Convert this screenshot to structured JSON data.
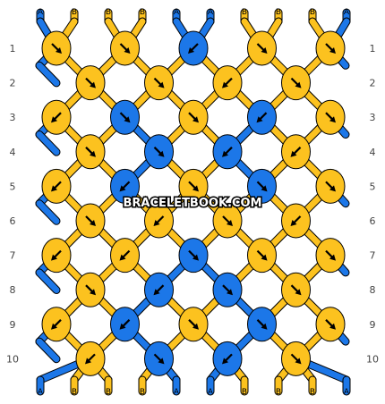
{
  "watermark": "BRACELETBOOK.COM",
  "colors": {
    "A": "#1c77e8",
    "B": "#fcc21f",
    "outline": "#000000"
  },
  "top_labels": [
    "A",
    "B",
    "B",
    "B",
    "A",
    "A",
    "B",
    "B",
    "B",
    "A"
  ],
  "bottom_labels": [
    "A",
    "B",
    "B",
    "B",
    "A",
    "A",
    "B",
    "B",
    "B",
    "A"
  ],
  "row_numbers": [
    "1",
    "2",
    "3",
    "4",
    "5",
    "6",
    "7",
    "8",
    "9",
    "10"
  ],
  "rows": [
    {
      "knots": [
        [
          "B",
          "R"
        ],
        [
          "B",
          "R"
        ],
        [
          "A",
          "L"
        ],
        [
          "B",
          "R"
        ],
        [
          "B",
          "R"
        ]
      ]
    },
    {
      "knots": [
        [
          "B",
          "R"
        ],
        [
          "B",
          "R"
        ],
        [
          "B",
          "L"
        ],
        [
          "B",
          "R"
        ]
      ]
    },
    {
      "knots": [
        [
          "B",
          "L"
        ],
        [
          "A",
          "R"
        ],
        [
          "B",
          "R"
        ],
        [
          "A",
          "L"
        ],
        [
          "B",
          "R"
        ]
      ]
    },
    {
      "knots": [
        [
          "B",
          "R"
        ],
        [
          "A",
          "R"
        ],
        [
          "A",
          "L"
        ],
        [
          "B",
          "L"
        ]
      ]
    },
    {
      "knots": [
        [
          "B",
          "L"
        ],
        [
          "A",
          "L"
        ],
        [
          "B",
          "R"
        ],
        [
          "A",
          "R"
        ],
        [
          "B",
          "R"
        ]
      ]
    },
    {
      "knots": [
        [
          "B",
          "R"
        ],
        [
          "B",
          "L"
        ],
        [
          "B",
          "R"
        ],
        [
          "B",
          "L"
        ]
      ]
    },
    {
      "knots": [
        [
          "B",
          "L"
        ],
        [
          "B",
          "L"
        ],
        [
          "A",
          "R"
        ],
        [
          "B",
          "R"
        ],
        [
          "B",
          "R"
        ]
      ]
    },
    {
      "knots": [
        [
          "B",
          "R"
        ],
        [
          "A",
          "L"
        ],
        [
          "A",
          "R"
        ],
        [
          "B",
          "R"
        ]
      ]
    },
    {
      "knots": [
        [
          "B",
          "L"
        ],
        [
          "A",
          "L"
        ],
        [
          "B",
          "R"
        ],
        [
          "A",
          "R"
        ],
        [
          "B",
          "R"
        ]
      ]
    },
    {
      "knots": [
        [
          "B",
          "L"
        ],
        [
          "A",
          "R"
        ],
        [
          "A",
          "L"
        ],
        [
          "B",
          "R"
        ]
      ]
    }
  ]
}
